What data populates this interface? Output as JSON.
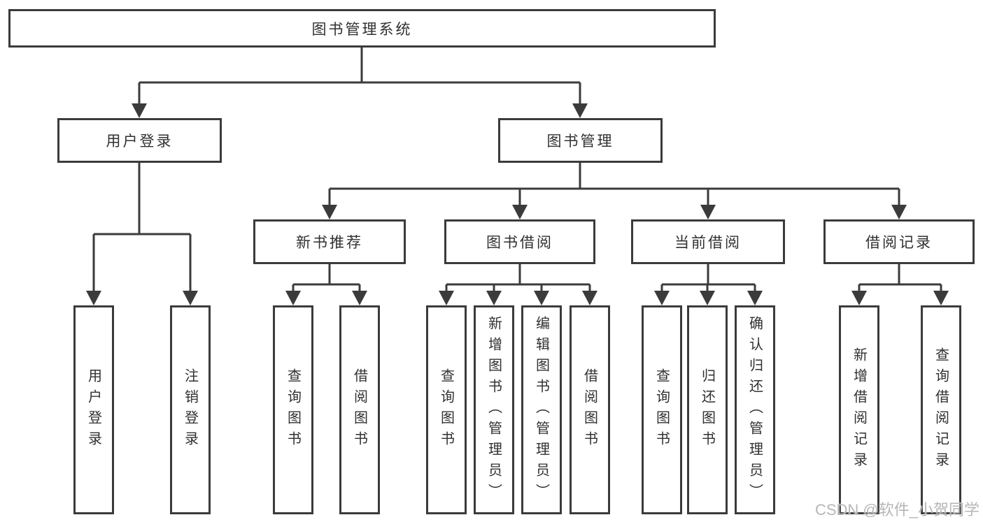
{
  "diagram": {
    "root_label": "图书管理系统",
    "branches": [
      {
        "label": "用户登录",
        "children": [
          {
            "label": "用户登录"
          },
          {
            "label": "注销登录"
          }
        ]
      },
      {
        "label": "图书管理",
        "sections": [
          {
            "label": "新书推荐",
            "children": [
              {
                "label": "查询图书"
              },
              {
                "label": "借阅图书"
              }
            ]
          },
          {
            "label": "图书借阅",
            "children": [
              {
                "label": "查询图书"
              },
              {
                "label": "新增图书（管理员）"
              },
              {
                "label": "编辑图书（管理员）"
              },
              {
                "label": "借阅图书"
              }
            ]
          },
          {
            "label": "当前借阅",
            "children": [
              {
                "label": "查询图书"
              },
              {
                "label": "归还图书"
              },
              {
                "label": "确认归还（管理员）"
              }
            ]
          },
          {
            "label": "借阅记录",
            "children": [
              {
                "label": "新增借阅记录"
              },
              {
                "label": "查询借阅记录"
              }
            ]
          }
        ]
      }
    ],
    "watermark": "CSDN @软件_小贺同学",
    "colors": {
      "line": "#3b3b3b",
      "box_border": "#3b3b3b",
      "box_fill": "#ffffff",
      "text": "#303030",
      "watermark": "#b2b2b2",
      "background": "#ffffff"
    }
  }
}
